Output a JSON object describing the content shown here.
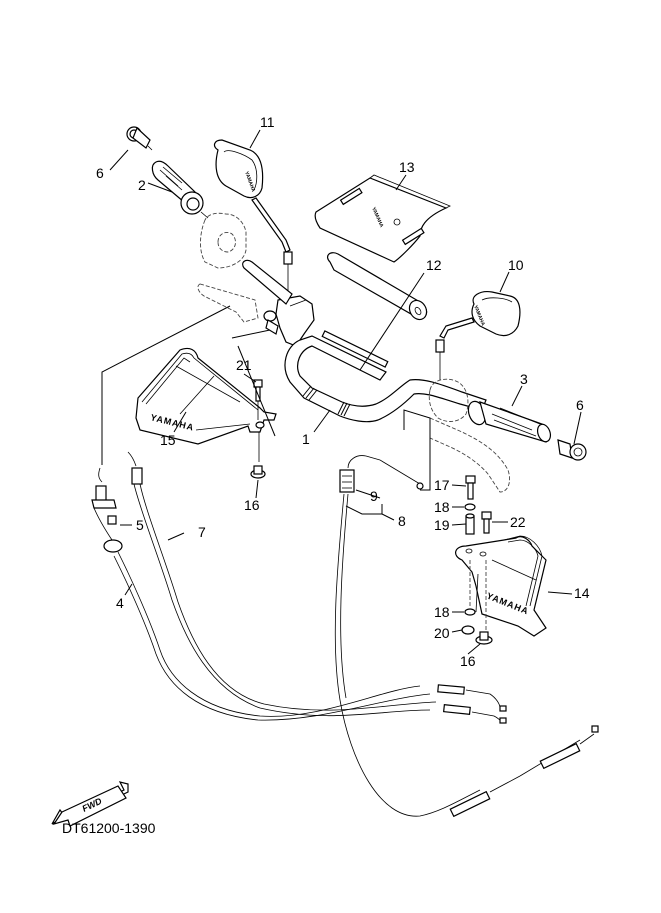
{
  "diagram": {
    "title_code": "DT61200-1390",
    "direction_indicator": "FWD",
    "brand_marking": "YAMAHA",
    "parts": [
      {
        "ref": "1",
        "name": "handlebar"
      },
      {
        "ref": "2",
        "name": "left-grip"
      },
      {
        "ref": "3",
        "name": "throttle-grip"
      },
      {
        "ref": "4",
        "name": "cable"
      },
      {
        "ref": "5",
        "name": "screw"
      },
      {
        "ref": "6",
        "name": "grip-end"
      },
      {
        "ref": "7",
        "name": "cable"
      },
      {
        "ref": "8",
        "name": "cable-assembly"
      },
      {
        "ref": "9",
        "name": "cable-boot"
      },
      {
        "ref": "10",
        "name": "right-mirror"
      },
      {
        "ref": "11",
        "name": "left-mirror"
      },
      {
        "ref": "12",
        "name": "handlebar-pad"
      },
      {
        "ref": "13",
        "name": "pad-cover"
      },
      {
        "ref": "14",
        "name": "right-hand-guard"
      },
      {
        "ref": "15",
        "name": "left-hand-guard"
      },
      {
        "ref": "16",
        "name": "collar"
      },
      {
        "ref": "17",
        "name": "bolt"
      },
      {
        "ref": "18",
        "name": "washer"
      },
      {
        "ref": "19",
        "name": "collar"
      },
      {
        "ref": "20",
        "name": "nut"
      },
      {
        "ref": "21",
        "name": "bolt"
      },
      {
        "ref": "22",
        "name": "bolt"
      }
    ],
    "callouts": {
      "c11": "11",
      "c6a": "6",
      "c2": "2",
      "c13": "13",
      "c12": "12",
      "c10": "10",
      "c3": "3",
      "c6b": "6",
      "c21": "21",
      "c1": "1",
      "c15": "15",
      "c16a": "16",
      "c5": "5",
      "c7": "7",
      "c4": "4",
      "c9": "9",
      "c8": "8",
      "c17": "17",
      "c18a": "18",
      "c19": "19",
      "c22": "22",
      "c14": "14",
      "c18b": "18",
      "c20": "20",
      "c16b": "16"
    }
  }
}
